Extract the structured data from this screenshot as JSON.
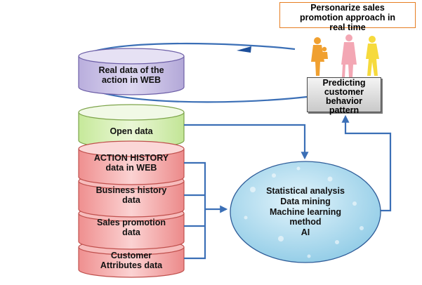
{
  "promo_box": {
    "lines": [
      "Personarize sales",
      "promotion approach  in",
      "real time"
    ]
  },
  "predict_box": {
    "lines": [
      "Predicting",
      "customer",
      "behavior",
      "pattern"
    ]
  },
  "web_db": {
    "lines": [
      "Real data of the",
      "action in WEB"
    ]
  },
  "open_db": {
    "label": "Open data"
  },
  "stack": {
    "action_history": [
      "ACTION HISTORY",
      "data  in  WEB"
    ],
    "business": [
      "Business history",
      "data"
    ],
    "sales": [
      "Sales promotion",
      "data"
    ],
    "customer": [
      "Customer",
      "Attributes  data"
    ]
  },
  "analysis": {
    "lines": [
      "Statistical analysis",
      "Data mining",
      "Machine learning",
      "method",
      "AI"
    ]
  },
  "colors": {
    "arrow": "#3b6fb6",
    "web_db": "#c7bfe3",
    "open_db": "#d6f0b0",
    "stack": "#f2a4a4",
    "analysis": "#bfe3f3",
    "promo_border": "#e67e22"
  }
}
